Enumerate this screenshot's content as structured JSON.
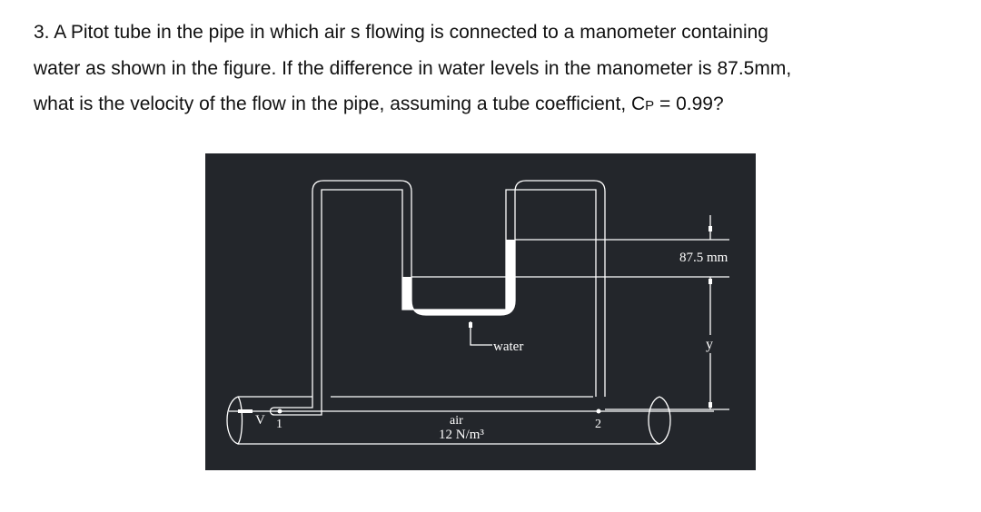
{
  "question": {
    "line1": "3. A Pitot tube in the pipe in which air s flowing is connected to a manometer containing",
    "line2": "water as shown in the figure. If the difference in water levels in the manometer is 87.5mm,",
    "line3_prefix": "what is the velocity of the flow in the pipe, assuming a tube coefficient, C",
    "line3_sub": "P",
    "line3_suffix": " = 0.99?"
  },
  "figure": {
    "background": "#23262b",
    "line_color": "#ffffff",
    "labels": {
      "dimension": "87.5 mm",
      "y": "y",
      "water": "water",
      "air": "air",
      "weight": "12 N/m³",
      "velocity": "V",
      "point1": "1",
      "point2": "2"
    }
  }
}
